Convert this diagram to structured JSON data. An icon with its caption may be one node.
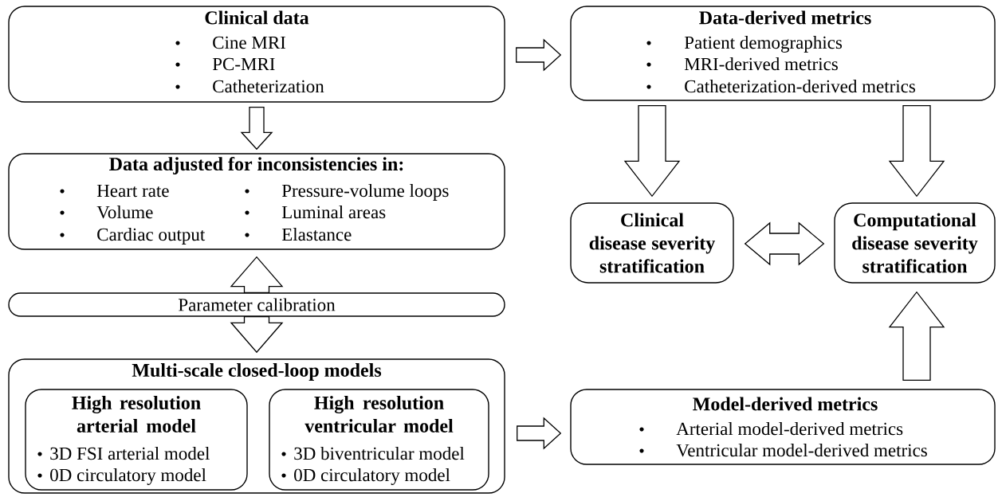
{
  "diagram": {
    "nodes": [
      {
        "text": [
          "Clinical data",
          "Cine MRI",
          "PC-MRI",
          "Catheterization"
        ]
      },
      {
        "text": [
          "Data-derived metrics",
          "Patient demographics",
          "MRI-derived metrics",
          "Catheterization-derived metrics"
        ]
      },
      {
        "text": [
          "Data adjusted for inconsistencies in:",
          "Heart rate",
          "Volume",
          "Cardiac output",
          "Pressure-volume loops",
          "Luminal areas",
          "Elastance"
        ]
      },
      {
        "text": [
          "Parameter calibration"
        ]
      },
      {
        "text": [
          "Multi-scale closed-loop models"
        ]
      },
      {
        "text": [
          "High resolution arterial model",
          "3D FSI arterial model",
          "0D circulatory model"
        ],
        "in": 4
      },
      {
        "text": [
          "High resolution ventricular model",
          "3D biventricular model",
          "0D circulatory model"
        ],
        "in": 4
      },
      {
        "text": [
          "Clinical disease severity stratification"
        ]
      },
      {
        "text": [
          "Computational disease severity stratification"
        ]
      },
      {
        "text": [
          "Model-derived metrics",
          "Arterial model-derived metrics",
          "Ventricular model-derived metrics"
        ]
      }
    ],
    "edges": [
      {
        "from": 0,
        "to": 1,
        "arrow": "to"
      },
      {
        "from": 0,
        "to": 2,
        "arrow": "to"
      },
      {
        "from": 3,
        "to": 2,
        "arrow": "to"
      },
      {
        "from": 3,
        "to": 4,
        "arrow": "to"
      },
      {
        "from": 1,
        "to": 7,
        "arrow": "to"
      },
      {
        "from": 1,
        "to": 8,
        "arrow": "to"
      },
      {
        "from": 7,
        "to": 8,
        "arrow": "both"
      },
      {
        "from": 9,
        "to": 8,
        "arrow": "to"
      },
      {
        "from": 4,
        "to": 9,
        "arrow": "to"
      }
    ]
  }
}
